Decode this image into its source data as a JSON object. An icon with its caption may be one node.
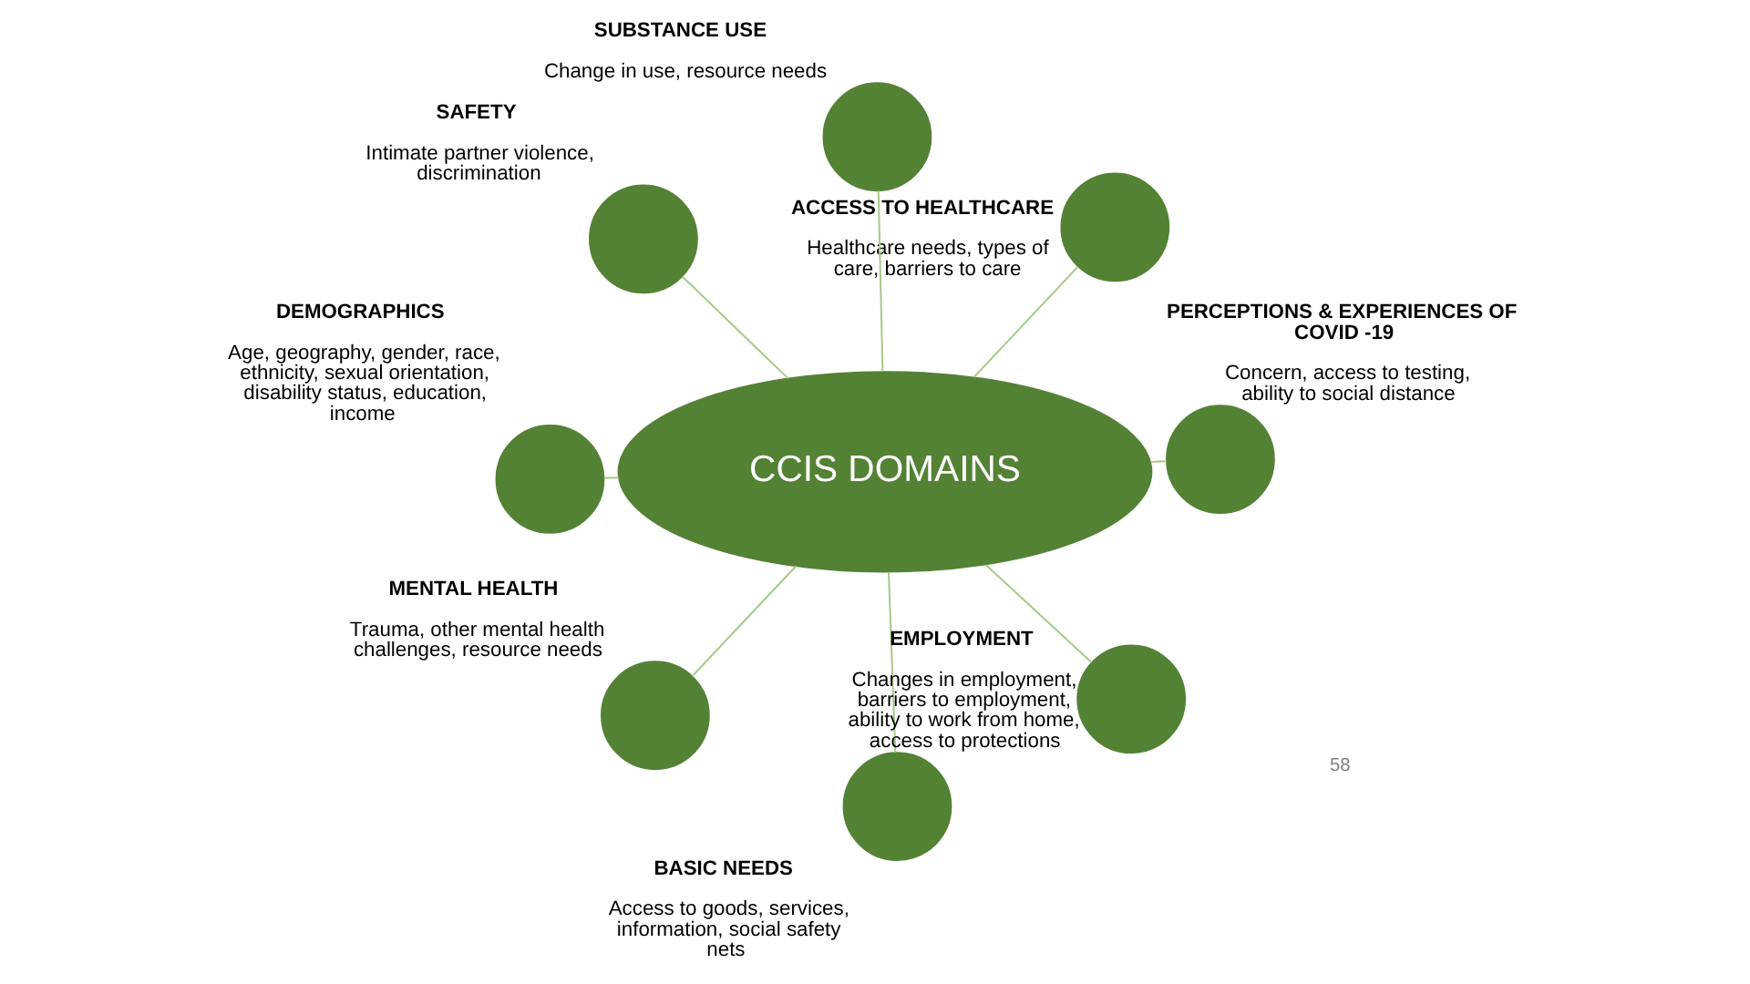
{
  "diagram": {
    "nodes": [
      {
        "text": [
          "CCIS DOMAINS"
        ]
      },
      {
        "text": [],
        "shape": "circle",
        "beside": [
          "DEMOGRAPHICS",
          "Age, geography, gender, race, ethnicity, sexual orientation, disability status, education, income"
        ]
      },
      {
        "text": [],
        "shape": "circle",
        "beside": [
          "PERCEPTIONS & EXPERIENCES OF COVID -19",
          "Concern, access to testing, ability to social distance"
        ]
      },
      {
        "text": [],
        "shape": "circle",
        "beside": [
          "BASIC NEEDS",
          "Access to goods, services, information, social safety nets"
        ]
      },
      {
        "text": [],
        "shape": "circle",
        "beside": [
          "SAFETY",
          "Intimate partner violence, discrimination"
        ]
      },
      {
        "text": [],
        "shape": "circle",
        "beside": [
          "ACCESS TO HEALTHCARE",
          "Healthcare needs, types of care, barriers to care"
        ]
      },
      {
        "text": [],
        "shape": "circle",
        "beside": [
          "SUBSTANCE USE",
          "Change in use, resource needs"
        ]
      },
      {
        "text": [],
        "shape": "circle",
        "beside": [
          "MENTAL HEALTH",
          "Trauma, other mental health challenges, resource needs"
        ]
      },
      {
        "text": [],
        "shape": "circle",
        "beside": [
          "EMPLOYMENT",
          "Changes in employment, barriers to employment, ability to work from home, access to protections"
        ]
      }
    ],
    "edges": [
      {
        "from": 0,
        "to": 1,
        "arrow": "none"
      },
      {
        "from": 0,
        "to": 2,
        "arrow": "none"
      },
      {
        "from": 0,
        "to": 3,
        "arrow": "none"
      },
      {
        "from": 0,
        "to": 4,
        "arrow": "none"
      },
      {
        "from": 0,
        "to": 5,
        "arrow": "none"
      },
      {
        "from": 0,
        "to": 6,
        "arrow": "none"
      },
      {
        "from": 0,
        "to": 7,
        "arrow": "none"
      },
      {
        "from": 0,
        "to": 8,
        "arrow": "none"
      }
    ],
    "labels": [
      "58"
    ]
  }
}
